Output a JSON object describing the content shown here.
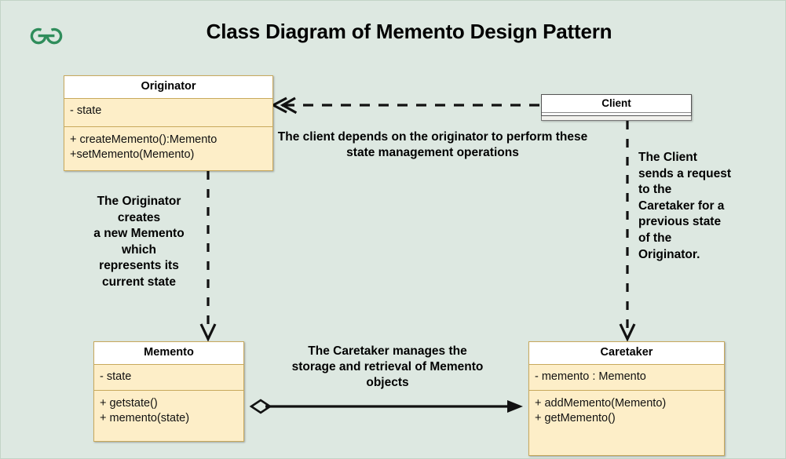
{
  "page": {
    "title": "Class Diagram of Memento Design Pattern",
    "background_color": "#dde8e1",
    "logo_name": "geeksforgeeks-logo",
    "logo_color": "#2f8d5b"
  },
  "classes": [
    {
      "id": "originator",
      "name": "Originator",
      "attributes": [
        "- state"
      ],
      "operations": [
        "+ createMemento():Memento",
        "+setMemento(Memento)"
      ],
      "fill_color": "#fdeec8",
      "border_color": "#c8a95c"
    },
    {
      "id": "client",
      "name": "Client",
      "attributes": [],
      "operations": [],
      "fill_color": "#ffffff",
      "border_color": "#555555"
    },
    {
      "id": "memento",
      "name": "Memento",
      "attributes": [
        "- state"
      ],
      "operations": [
        "+ getstate()",
        "+ memento(state)"
      ],
      "fill_color": "#fdeec8",
      "border_color": "#c8a95c"
    },
    {
      "id": "caretaker",
      "name": "Caretaker",
      "attributes": [
        "- memento : Memento"
      ],
      "operations": [
        "+ addMemento(Memento)",
        "+ getMemento()"
      ],
      "fill_color": "#fdeec8",
      "border_color": "#c8a95c"
    }
  ],
  "notes": {
    "dependency": "The client depends on the originator to perform these state management operations",
    "originator_creates": "The Originator\ncreates\na new Memento\nwhich\nrepresents its\ncurrent state",
    "client_request": "The Client\nsends a request\nto the\nCaretaker for a\nprevious state\nof the\nOriginator.",
    "caretaker_manages": "The Caretaker manages the\nstorage and retrieval of Memento\nobjects"
  },
  "relationships": [
    {
      "id": "client-depends-originator",
      "type": "dependency",
      "style": "dashed",
      "from": "client",
      "to": "originator",
      "arrowhead": "open-v"
    },
    {
      "id": "originator-creates-memento",
      "type": "dependency",
      "style": "dashed",
      "from": "originator",
      "to": "memento",
      "arrowhead": "open-v"
    },
    {
      "id": "client-requests-caretaker",
      "type": "dependency",
      "style": "dashed",
      "from": "client",
      "to": "caretaker",
      "arrowhead": "open-v"
    },
    {
      "id": "memento-aggregated-caretaker",
      "type": "aggregation",
      "style": "solid",
      "from": "memento",
      "to": "caretaker",
      "arrowhead": "filled-triangle",
      "tail": "hollow-diamond"
    }
  ]
}
